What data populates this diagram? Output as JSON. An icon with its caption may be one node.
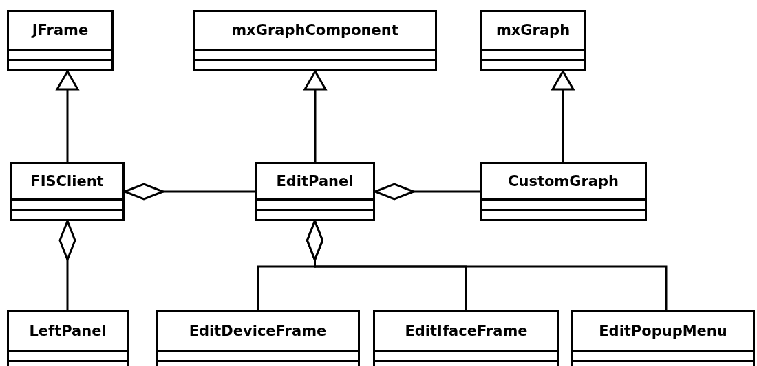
{
  "diagram": {
    "nodes": [
      {
        "text": [
          "JFrame"
        ]
      },
      {
        "text": [
          "mxGraphComponent"
        ]
      },
      {
        "text": [
          "mxGraph"
        ]
      },
      {
        "text": [
          "FISClient"
        ]
      },
      {
        "text": [
          "EditPanel"
        ]
      },
      {
        "text": [
          "CustomGraph"
        ]
      },
      {
        "text": [
          "LeftPanel"
        ]
      },
      {
        "text": [
          "EditDeviceFrame"
        ]
      },
      {
        "text": [
          "EditIfaceFrame"
        ]
      },
      {
        "text": [
          "EditPopupMenu"
        ]
      }
    ],
    "edges": [
      {
        "from": 3,
        "to": 0,
        "arrow": "to"
      },
      {
        "from": 4,
        "to": 1,
        "arrow": "to"
      },
      {
        "from": 5,
        "to": 2,
        "arrow": "to"
      },
      {
        "from": 3,
        "to": 4,
        "arrow": "other"
      },
      {
        "from": 4,
        "to": 5,
        "arrow": "other"
      },
      {
        "from": 3,
        "to": 6,
        "arrow": "other"
      },
      {
        "from": 4,
        "to": 7,
        "arrow": "other"
      },
      {
        "from": 4,
        "to": 8,
        "arrow": "other"
      },
      {
        "from": 4,
        "to": 9,
        "arrow": "other"
      }
    ]
  }
}
